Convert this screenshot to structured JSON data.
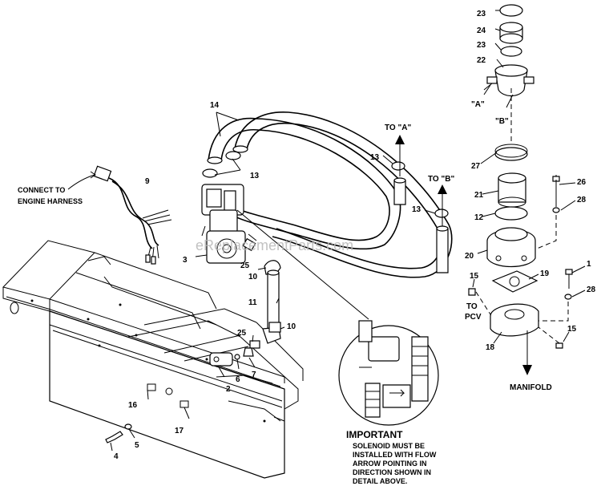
{
  "callouts": {
    "c1": "1",
    "c2": "2",
    "c3": "3",
    "c4": "4",
    "c5": "5",
    "c6": "6",
    "c7": "7",
    "c9": "9",
    "c10a": "10",
    "c10b": "10",
    "c11": "11",
    "c12": "12",
    "c13a": "13",
    "c13b": "13",
    "c13c": "13",
    "c14": "14",
    "c15a": "15",
    "c15b": "15",
    "c16": "16",
    "c17": "17",
    "c18": "18",
    "c19": "19",
    "c20": "20",
    "c21": "21",
    "c22": "22",
    "c23a": "23",
    "c23b": "23",
    "c24": "24",
    "c25a": "25",
    "c25b": "25",
    "c26": "26",
    "c27": "27",
    "c28a": "28",
    "c28b": "28"
  },
  "labels": {
    "connect_line1": "CONNECT TO",
    "connect_line2": "ENGINE HARNESS",
    "to_a": "TO \"A\"",
    "to_b": "TO \"B\"",
    "port_a": "\"A\"",
    "port_b": "\"B\"",
    "to_pcv_line1": "TO",
    "to_pcv_line2": "PCV",
    "manifold": "MANIFOLD",
    "important": "IMPORTANT",
    "note": [
      "SOLENOID MUST BE",
      "INSTALLED WITH FLOW",
      "ARROW POINTING IN",
      "DIRECTION SHOWN IN",
      "DETAIL ABOVE."
    ]
  },
  "watermark": "eReplacementParts.com"
}
